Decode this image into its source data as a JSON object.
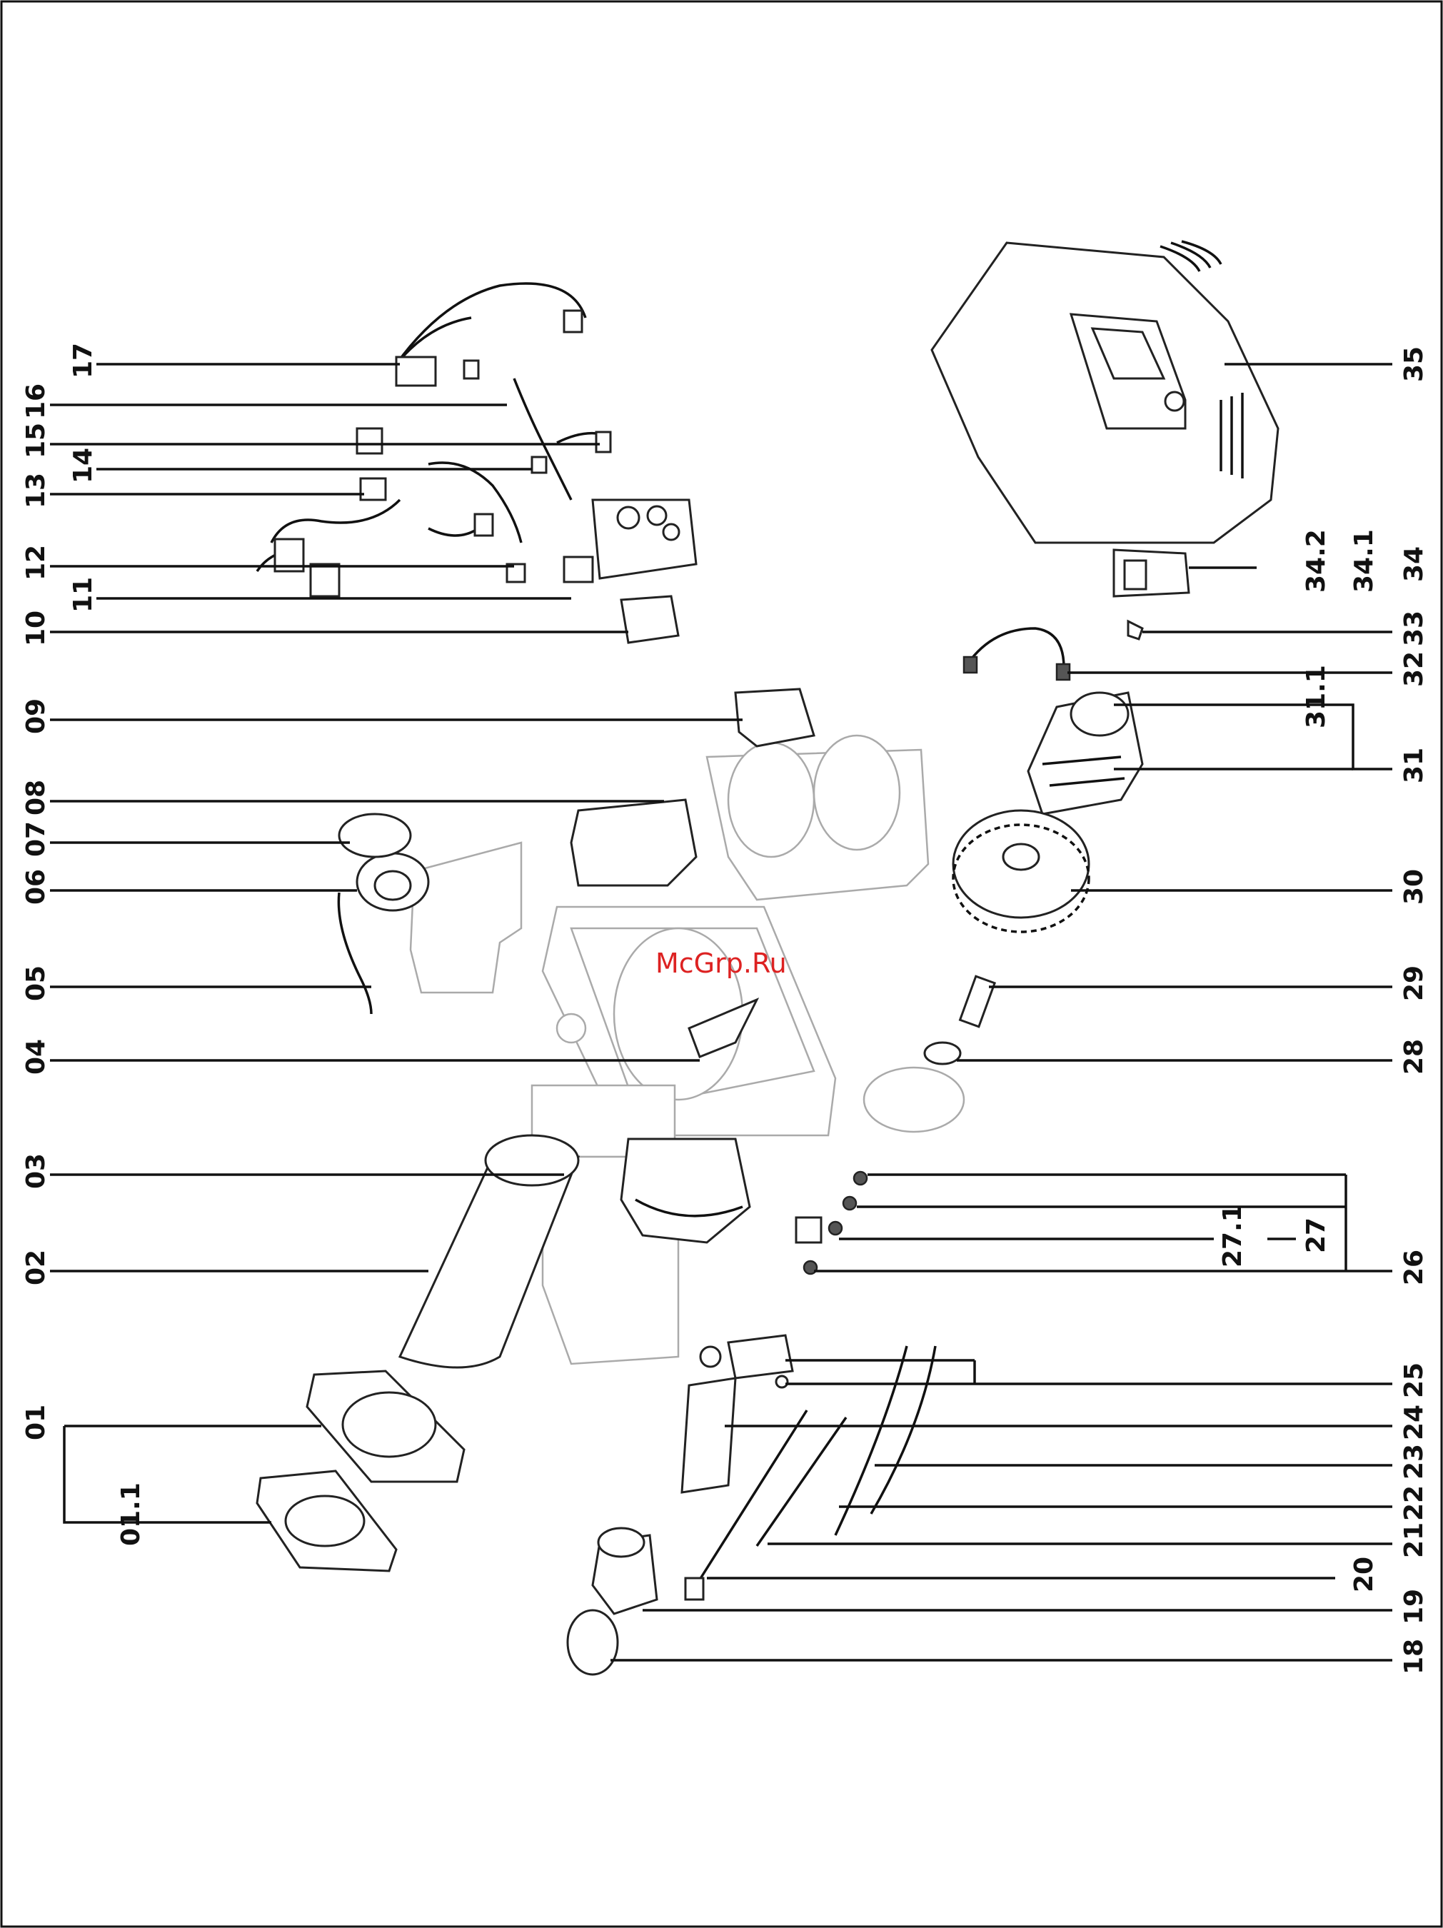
{
  "watermark": "McGrp.Ru",
  "labels": {
    "l01": "01",
    "l011": "01.1",
    "l02": "02",
    "l03": "03",
    "l04": "04",
    "l05": "05",
    "l06": "06",
    "l07": "07",
    "l08": "08",
    "l09": "09",
    "l10": "10",
    "l11": "11",
    "l12": "12",
    "l13": "13",
    "l14": "14",
    "l15": "15",
    "l16": "16",
    "l17": "17",
    "l18": "18",
    "l19": "19",
    "l20": "20",
    "l21": "21",
    "l22": "22",
    "l23": "23",
    "l24": "24",
    "l25": "25",
    "l26": "26",
    "l27": "27",
    "l271": "27.1",
    "l28": "28",
    "l29": "29",
    "l30": "30",
    "l31": "31",
    "l311": "31.1",
    "l32": "32",
    "l33": "33",
    "l34": "34",
    "l341": "34.1",
    "l342": "34.2",
    "l35": "35"
  }
}
